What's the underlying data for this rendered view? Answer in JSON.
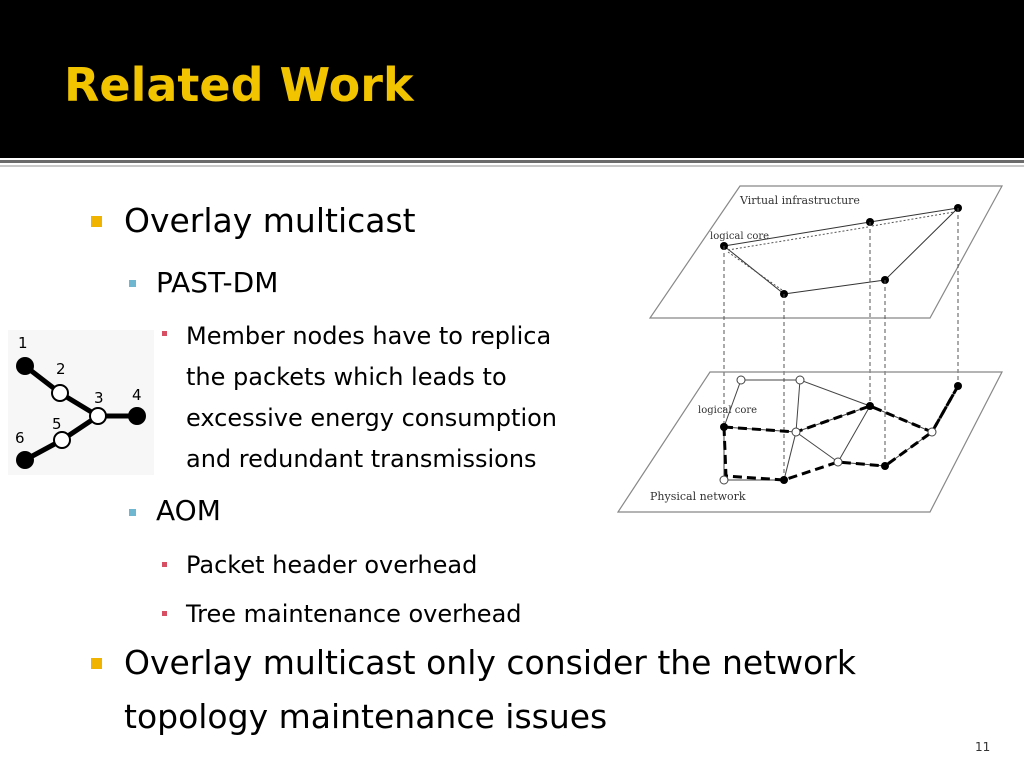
{
  "slide": {
    "title": "Related Work",
    "page_number": "11"
  },
  "bullets": {
    "b1": "Overlay multicast",
    "b1_sub1": "PAST-DM",
    "b1_sub1_items": [
      "Member nodes have to replica",
      "the packets which leads to",
      "excessive energy consumption",
      "and redundant transmissions"
    ],
    "b1_sub2": "AOM",
    "b1_sub2_items": [
      "Packet header overhead",
      "Tree maintenance overhead"
    ],
    "b2_line1": "Overlay multicast only consider the network",
    "b2_line2": "topology maintenance issues"
  },
  "tree_figure": {
    "labels": [
      "1",
      "2",
      "3",
      "4",
      "5",
      "6"
    ]
  },
  "network_figure": {
    "top_plane_label": "Virtual infrastructure",
    "top_core_label": "logical core",
    "bottom_core_label": "logical core",
    "bottom_plane_label": "Physical network"
  },
  "colors": {
    "title_bar": "#000000",
    "title_text": "#f2c400",
    "bullet_level1": "#f0b400",
    "bullet_level2": "#6fb7d0",
    "bullet_level3": "#d64f63"
  }
}
